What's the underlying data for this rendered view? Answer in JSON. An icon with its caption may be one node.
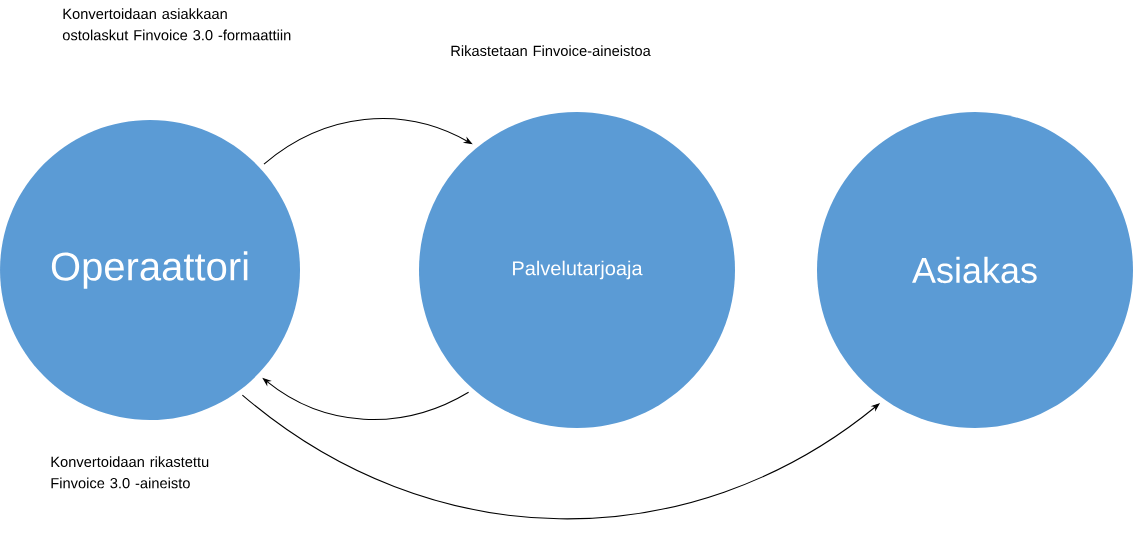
{
  "diagram": {
    "nodes": [
      {
        "text": [
          "Operaattori"
        ]
      },
      {
        "text": [
          "Palvelutarjoaja"
        ]
      },
      {
        "text": [
          "Asiakas"
        ]
      }
    ],
    "edges": [
      {
        "from": 0,
        "to": 1,
        "arrow": "to"
      },
      {
        "from": 1,
        "to": 0,
        "arrow": "to"
      },
      {
        "from": 0,
        "to": 2,
        "arrow": "to"
      }
    ],
    "labels": [
      "Konvertoidaan asiakkaan ostolaskut Finvoice 3.0 -formaattiin",
      "Rikastetaan Finvoice-aineistoa",
      "Konvertoidaan rikastettu Finvoice 3.0 -aineisto"
    ]
  }
}
